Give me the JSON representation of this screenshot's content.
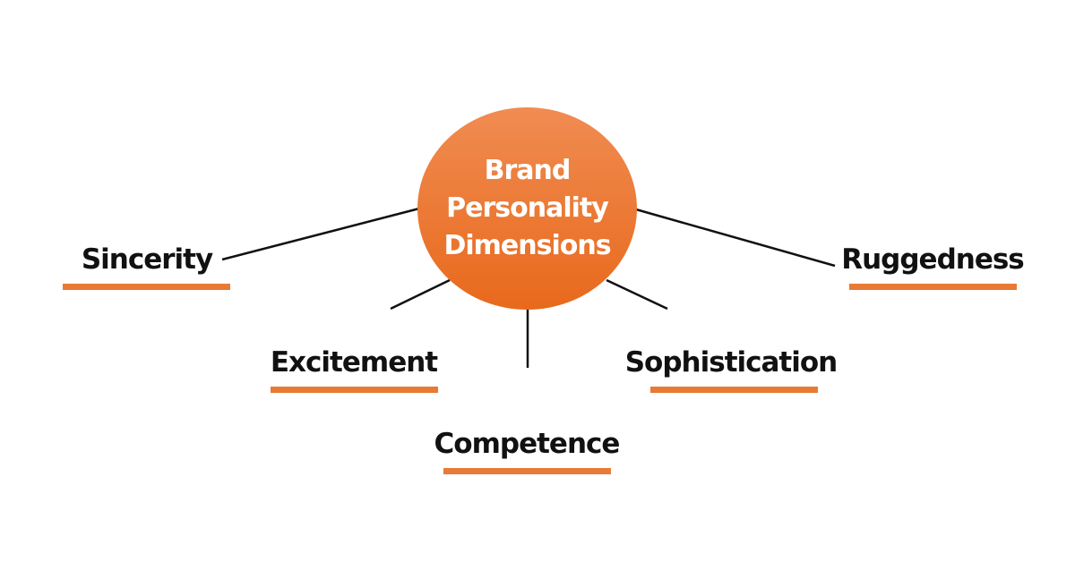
{
  "hub": {
    "lines": [
      "Brand",
      "Personality",
      "Dimensions"
    ]
  },
  "dimensions": [
    {
      "label": "Sincerity"
    },
    {
      "label": "Excitement"
    },
    {
      "label": "Competence"
    },
    {
      "label": "Sophistication"
    },
    {
      "label": "Ruggedness"
    }
  ],
  "colors": {
    "accent": "#e87a35",
    "hub_top": "#f08c52",
    "hub_bottom": "#e8691c"
  }
}
